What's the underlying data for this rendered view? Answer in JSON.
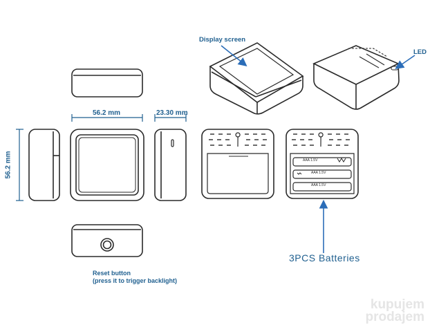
{
  "labels": {
    "display_screen": "Display screen",
    "led": "LED",
    "width_dim": "56.2 mm",
    "depth_dim": "23.30 mm",
    "height_dim": "56.2 mm",
    "reset_line1": "Reset button",
    "reset_line2": "(press it to trigger backlight)",
    "batteries": "3PCS  Batteries",
    "battery_marking": "AAA 1.5V"
  },
  "watermark": {
    "line1": "kupujem",
    "line2": "prodajem"
  },
  "colors": {
    "line": "#2a2a2a",
    "accent": "#1f5f8f",
    "arrow": "#2b6db8"
  }
}
